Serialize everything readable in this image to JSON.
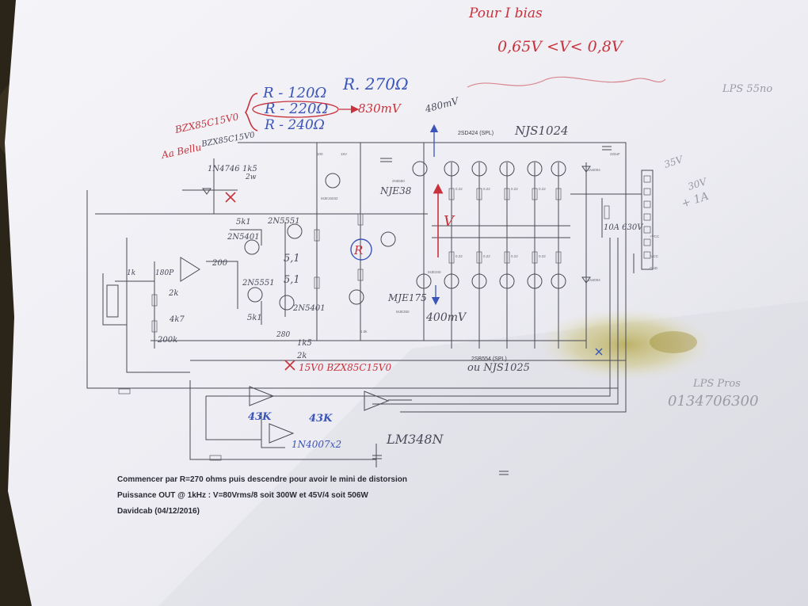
{
  "annotations": {
    "bias_title": "Pour I bias",
    "bias_range": "0,65V <V< 0,8V",
    "lps_top": "LPS 55no",
    "res_options": [
      "R - 120Ω",
      "R. 270Ω",
      "R - 220Ω",
      "R - 240Ω"
    ],
    "res_result": "830mV",
    "zener_top": "BZX85C15V0",
    "zener_mid": "BZX85C15V0",
    "zener_tag": "Aa Bellu",
    "diode_top": "1N4746",
    "v_top": "480mV",
    "v_bottom": "400mV",
    "v_label": "V",
    "r_circled": "R",
    "q_upper_pnp": "NJE38",
    "q_lower_npn": "MJE175",
    "out_pnp": "NJS1024",
    "out_npn": "ou NJS1025",
    "out_pnp_print": "2SD424 (SPL)",
    "out_npn_print": "2SB554 (SPL)",
    "fuse": "10A 630V",
    "volts_a": "35V",
    "volts_b": "30V",
    "volts_c": "+ 1A",
    "lps_bottom": "LPS Pros",
    "phone": "0134706300",
    "opamp_right": "LM348N",
    "opamp_left": "1N4007x2",
    "k43_a": "43K",
    "k43_b": "43K",
    "zener_bottom": "15V0 BZX85C15V0",
    "q_2n5551": "2N5551",
    "q_2n5401": "2N5401",
    "q_2n5551b": "2N5551",
    "q_2n5401b": "2N5401",
    "r_5k1": "5k1",
    "r_5k1b": "5k1",
    "r_5_1a": "5,1",
    "r_5_1b": "5,1",
    "r_2k": "2k",
    "r_200": "200",
    "r_1k5": "1k5",
    "r_1k5b": "1k5",
    "r_2k2": "2k",
    "r_4k7": "4k7",
    "r_200k": "200k",
    "r_1kf": "1k",
    "r_180p": "180P",
    "r_2w": "2w",
    "r_280": "280"
  },
  "captions": {
    "line1": "Commencer par R=270 ohms puis descendre pour avoir le mini de distorsion",
    "line2": "Puissance OUT @ 1kHz : V=80Vrms/8 soit 300W et 45V/4 soit 506W",
    "line3": "Davidcab (04/12/2016)"
  },
  "colors": {
    "paper": "#f1f1f5",
    "ink": "#3c3c44",
    "red_pen": "#c8323c",
    "blue_pen": "#3a54b8",
    "stain": "#a89a3a"
  }
}
